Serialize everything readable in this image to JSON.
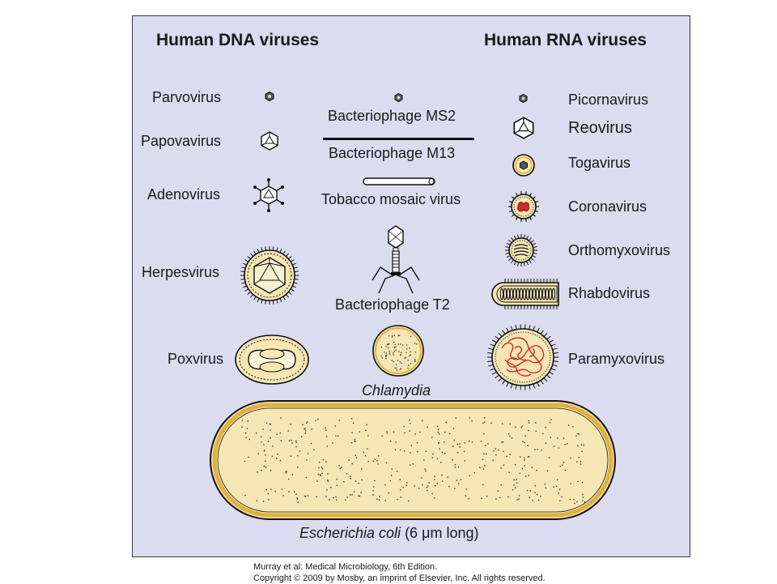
{
  "headings": {
    "dna": "Human DNA viruses",
    "rna": "Human RNA viruses"
  },
  "dna_viruses": {
    "parvovirus": "Parvovirus",
    "papovavirus": "Papovavirus",
    "adenovirus": "Adenovirus",
    "herpesvirus": "Herpesvirus",
    "poxvirus": "Poxvirus"
  },
  "rna_viruses": {
    "picornavirus": "Picornavirus",
    "reovirus": "Reovirus",
    "togavirus": "Togavirus",
    "coronavirus": "Coronavirus",
    "orthomyxovirus": "Orthomyxovirus",
    "rhabdovirus": "Rhabdovirus",
    "paramyxovirus": "Paramyxovirus"
  },
  "middle": {
    "bacteriophage_ms2": "Bacteriophage MS2",
    "bacteriophage_m13": "Bacteriophage M13",
    "tobacco_mosaic_virus": "Tobacco mosaic virus",
    "bacteriophage_t2": "Bacteriophage T2",
    "chlamydia": "Chlamydia"
  },
  "ecoli": {
    "name": "Escherichia coli",
    "size_prefix": " (6 ",
    "size_unit": "μm long)"
  },
  "credit": {
    "line1": "Murray et al: Medical Microbiology, 6th Edition.",
    "line2": "Copyright © 2009 by Mosby, an imprint of Elsevier, Inc. All rights reserved."
  },
  "colors": {
    "panel_background": "#dcdcf0",
    "cell_fill": "#f5e6b4",
    "cell_outline": "#e0b040",
    "red_genome": "#d42a2a"
  },
  "icons": [
    "hexagon-capsid-icon",
    "icosahedron-icon",
    "spiked-capsid-icon",
    "enveloped-particle-icon",
    "rod-icon",
    "tailed-phage-icon",
    "cell-icon"
  ]
}
